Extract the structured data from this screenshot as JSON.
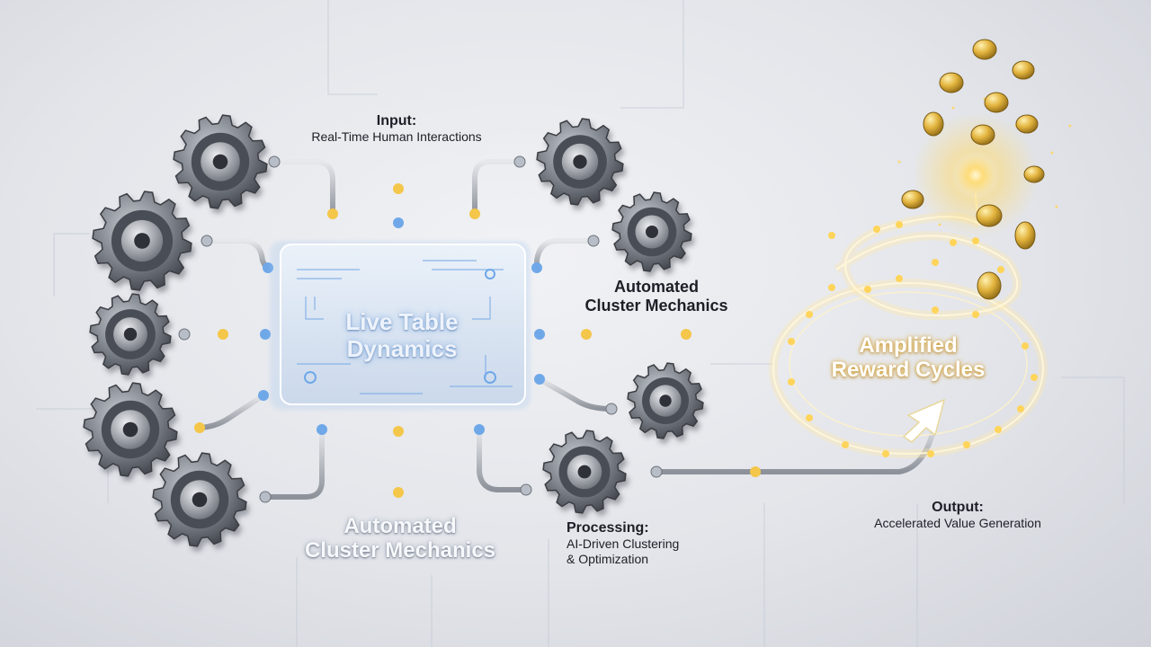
{
  "center": {
    "title_line1": "Live Table",
    "title_line2": "Dynamics"
  },
  "input": {
    "heading": "Input:",
    "text": "Real-Time Human Interactions"
  },
  "cluster_right": {
    "line1": "Automated",
    "line2": "Cluster Mechanics"
  },
  "cluster_bottom": {
    "line1": "Automated",
    "line2": "Cluster Mechanics"
  },
  "processing": {
    "heading": "Processing:",
    "line1": "AI-Driven Clustering",
    "line2": "& Optimization"
  },
  "reward": {
    "line1": "Amplified",
    "line2": "Reward Cycles"
  },
  "output": {
    "heading": "Output:",
    "text": "Accelerated Value Generation"
  },
  "colors": {
    "accent_gold": "#f4c64a",
    "accent_blue": "#6fa8e8",
    "metal": "#8a8f98",
    "text": "#1c1f26"
  },
  "icons": [
    "gear-icon",
    "coin-icon",
    "arrow-icon",
    "connector-node-icon"
  ]
}
